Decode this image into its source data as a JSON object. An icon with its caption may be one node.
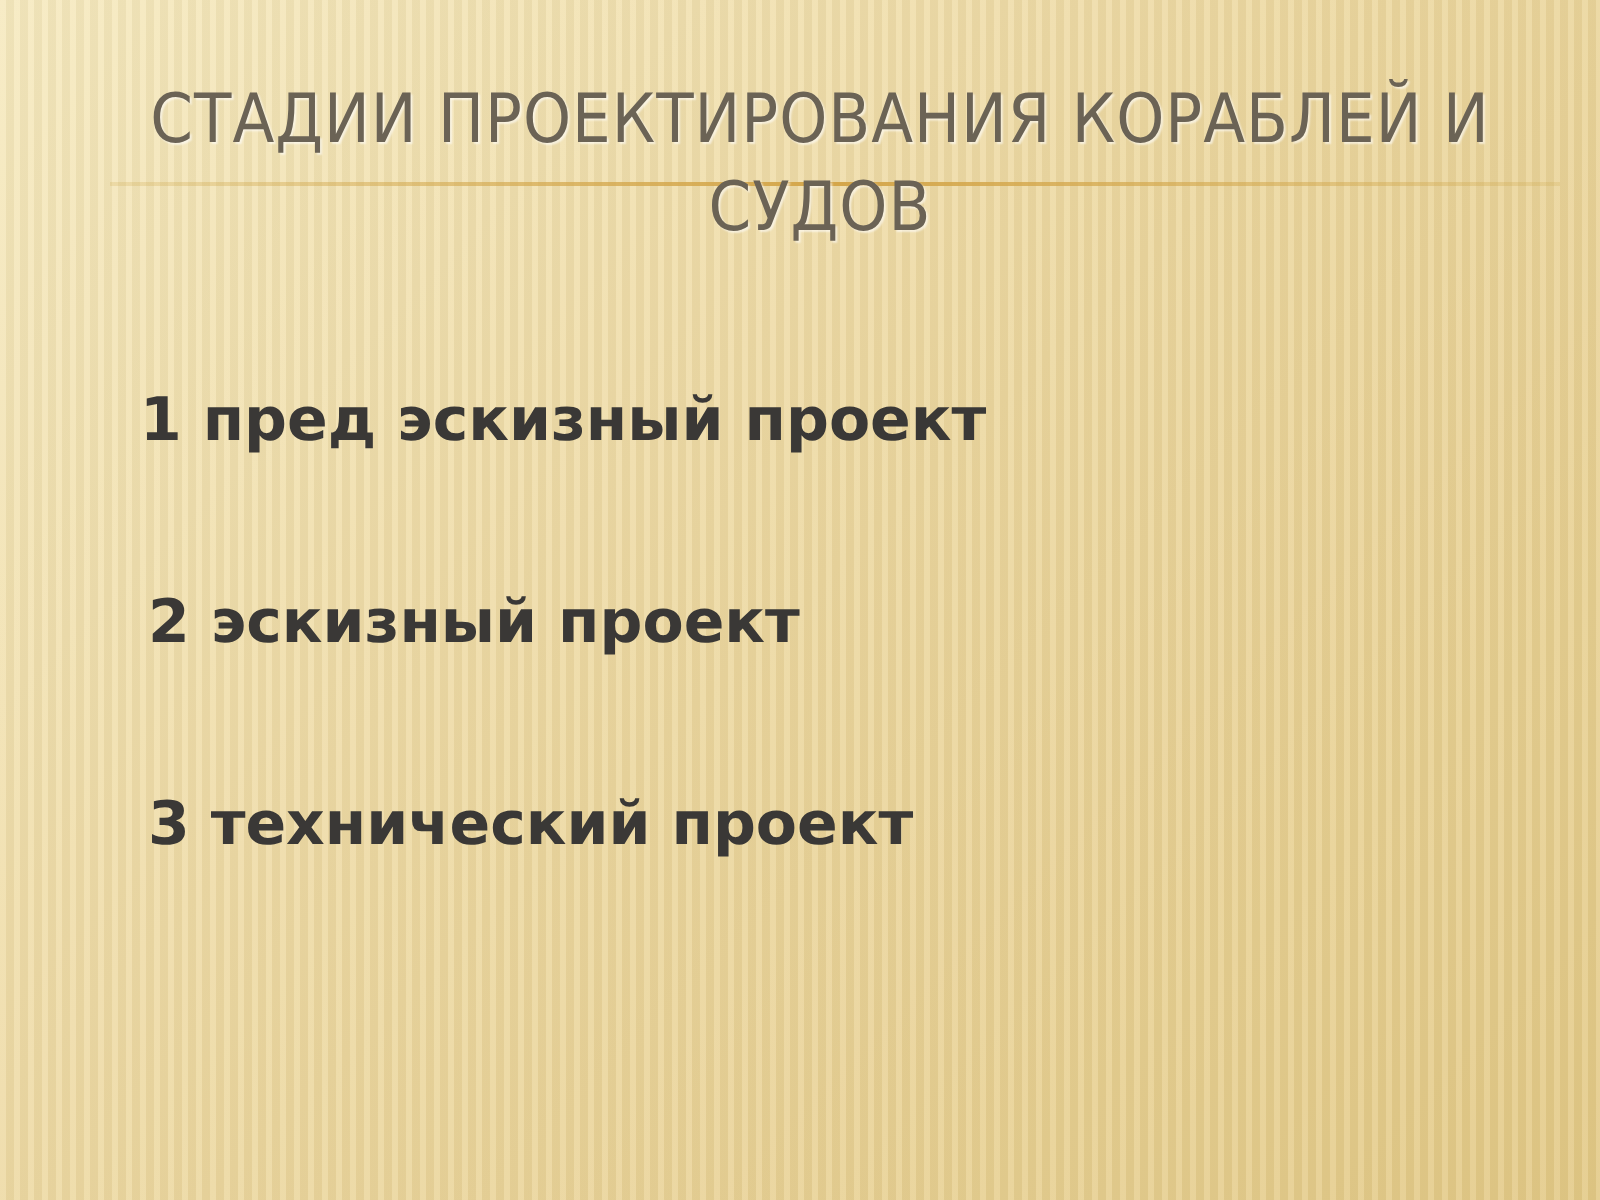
{
  "diagram": {
    "title": "СТАДИИ ПРОЕКТИРОВАНИЯ КОРАБЛЕЙ И СУДОВ",
    "labels": [
      "1 пред эскизный проект",
      "2 эскизный проект",
      "3 технический проект"
    ]
  }
}
